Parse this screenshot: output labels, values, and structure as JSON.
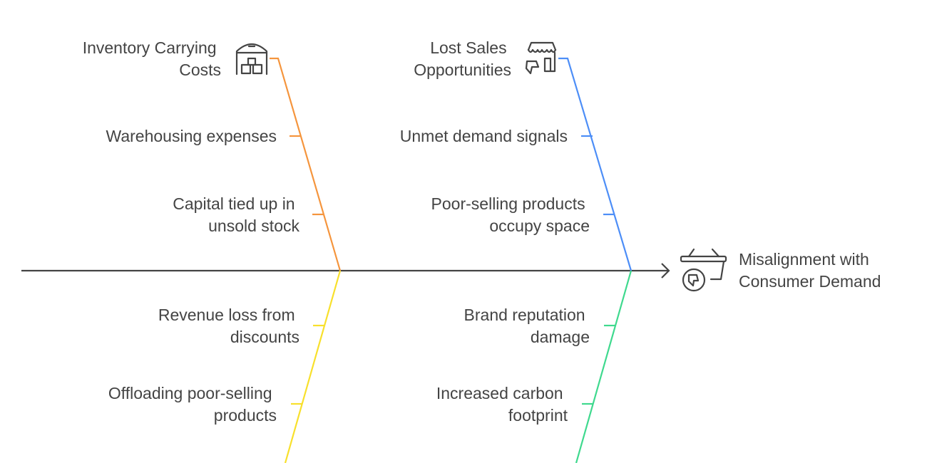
{
  "effect": {
    "lines": [
      "Misalignment with",
      "Consumer Demand"
    ],
    "icon": "basket-thumbs-down-icon"
  },
  "colors": {
    "orange": "#F5953D",
    "blue": "#4D8EF7",
    "yellow": "#F8E02C",
    "green": "#3FD98E",
    "spine": "#444444"
  },
  "categories": [
    {
      "lines": [
        "Inventory Carrying",
        "Costs"
      ],
      "icon": "warehouse-icon",
      "causes": [
        {
          "lines": [
            "Warehousing expenses"
          ]
        },
        {
          "lines": [
            "Capital tied up in",
            "unsold stock"
          ]
        }
      ]
    },
    {
      "lines": [
        "Lost Sales",
        "Opportunities"
      ],
      "icon": "store-thumbs-down-icon",
      "causes": [
        {
          "lines": [
            "Unmet demand signals"
          ]
        },
        {
          "lines": [
            "Poor-selling products",
            "occupy space"
          ]
        }
      ]
    },
    {
      "causes": [
        {
          "lines": [
            "Revenue loss from",
            "discounts"
          ]
        },
        {
          "lines": [
            "Offloading poor-selling",
            "products"
          ]
        }
      ]
    },
    {
      "causes": [
        {
          "lines": [
            "Brand reputation",
            "damage"
          ]
        },
        {
          "lines": [
            "Increased carbon",
            "footprint"
          ]
        }
      ]
    }
  ]
}
